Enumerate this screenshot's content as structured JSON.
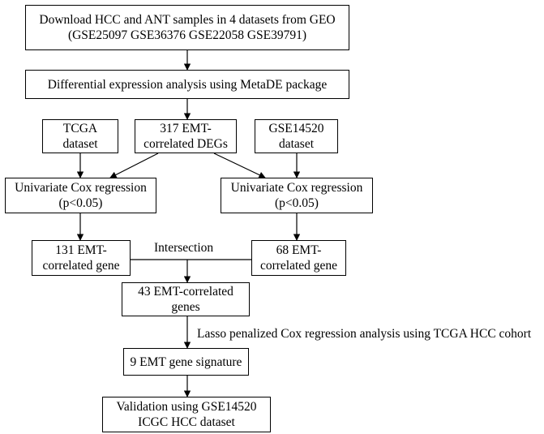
{
  "nodes": {
    "download": {
      "line1": "Download HCC and ANT samples in 4 datasets from GEO",
      "line2": "(GSE25097 GSE36376 GSE22058 GSE39791)"
    },
    "diff_expr": {
      "line1": "Differential expression analysis using MetaDE package"
    },
    "tcga": {
      "line1": "TCGA",
      "line2": "dataset"
    },
    "emt_317": {
      "line1": "317 EMT-",
      "line2": "correlated DEGs"
    },
    "gse14520": {
      "line1": "GSE14520",
      "line2": "dataset"
    },
    "cox_left": {
      "line1": "Univariate Cox regression",
      "line2": "(p<0.05)"
    },
    "cox_right": {
      "line1": "Univariate Cox regression",
      "line2": "(p<0.05)"
    },
    "emt_131": {
      "line1": "131 EMT-",
      "line2": "correlated gene"
    },
    "emt_68": {
      "line1": "68 EMT-",
      "line2": "correlated gene"
    },
    "emt_43": {
      "line1": "43 EMT-correlated",
      "line2": "genes"
    },
    "signature": {
      "line1": "9 EMT gene signature"
    },
    "validation": {
      "line1": "Validation using GSE14520",
      "line2": "ICGC HCC dataset"
    }
  },
  "labels": {
    "intersection": "Intersection",
    "lasso": "Lasso penalized Cox regression analysis using TCGA HCC cohort"
  }
}
